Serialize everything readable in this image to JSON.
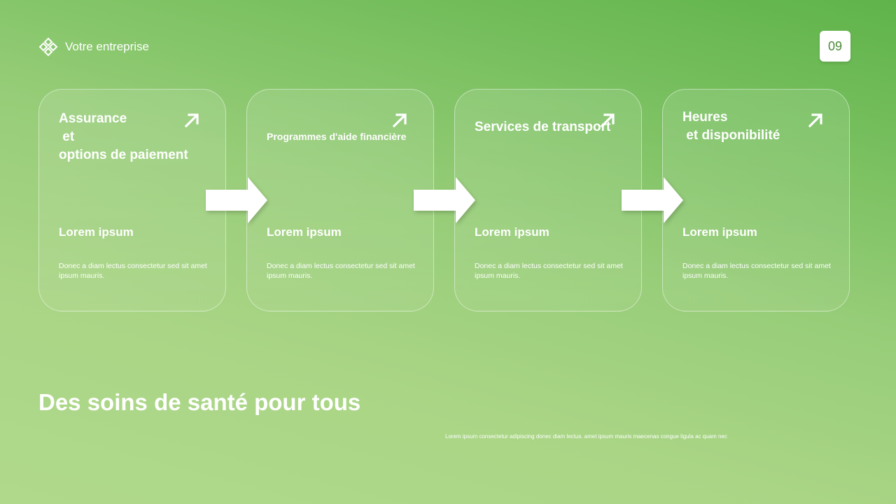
{
  "brand": {
    "name": "Votre entreprise",
    "icon": "diamond-logo-icon"
  },
  "page": {
    "number": "09"
  },
  "cards": [
    {
      "title": "Assurance\n et\noptions de paiement",
      "subtitle": "Lorem ipsum",
      "description": "Donec a diam lectus consectetur sed sit amet ipsum mauris."
    },
    {
      "title": "Programmes d'aide financière",
      "subtitle": "Lorem ipsum",
      "description": "Donec a diam lectus consectetur sed sit amet ipsum mauris."
    },
    {
      "title": "Services de transport",
      "subtitle": "Lorem ipsum",
      "description": "Donec a diam lectus consectetur sed sit amet ipsum mauris."
    },
    {
      "title": "Heures\n et disponibilité",
      "subtitle": "Lorem ipsum",
      "description": "Donec a diam lectus consectetur sed sit amet ipsum mauris."
    }
  ],
  "headline": "Des soins de santé pour tous",
  "footnote": "Lorem ipsum consectetur adipiscing donec diam lectus. amet ipsum mauris maecenas congue ligula ac quam nec",
  "colors": {
    "background_top": "#5fb34a",
    "background_bottom": "#b0d98c",
    "page_number_text": "#4a8a35",
    "text": "#ffffff"
  }
}
